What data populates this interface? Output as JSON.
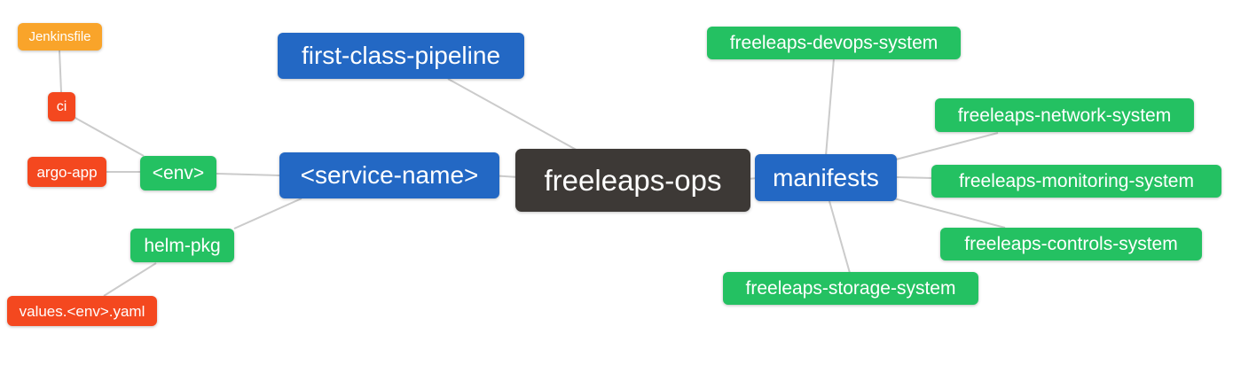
{
  "diagram": {
    "type": "mindmap",
    "root": "freeleaps-ops",
    "colors": {
      "root_node": "#3D3936",
      "branch_node": "#2368C4",
      "green_node": "#24C162",
      "red_node": "#F4481F",
      "orange_node": "#F9A42A",
      "edge": "#CBCBCB",
      "text": "#FFFFFF",
      "background": "#FFFFFF"
    },
    "nodes": {
      "jenkinsfile": {
        "label": "Jenkinsfile",
        "color": "#F9A42A"
      },
      "ci": {
        "label": "ci",
        "color": "#F4481F"
      },
      "argo": {
        "label": "argo-app",
        "color": "#F4481F"
      },
      "env": {
        "label": "<env>",
        "color": "#24C162"
      },
      "helm": {
        "label": "helm-pkg",
        "color": "#24C162"
      },
      "values": {
        "label": "values.<env>.yaml",
        "color": "#F4481F"
      },
      "pipeline": {
        "label": "first-class-pipeline",
        "color": "#2368C4"
      },
      "service": {
        "label": "<service-name>",
        "color": "#2368C4"
      },
      "ops": {
        "label": "freeleaps-ops",
        "color": "#3D3936"
      },
      "manifests": {
        "label": "manifests",
        "color": "#2368C4"
      },
      "devops": {
        "label": "freeleaps-devops-system",
        "color": "#24C162"
      },
      "network": {
        "label": "freeleaps-network-system",
        "color": "#24C162"
      },
      "monitoring": {
        "label": "freeleaps-monitoring-system",
        "color": "#24C162"
      },
      "controls": {
        "label": "freeleaps-controls-system",
        "color": "#24C162"
      },
      "storage": {
        "label": "freeleaps-storage-system",
        "color": "#24C162"
      }
    },
    "edges": [
      [
        "jenkinsfile",
        "ci"
      ],
      [
        "ci",
        "env"
      ],
      [
        "argo",
        "env"
      ],
      [
        "env",
        "service"
      ],
      [
        "helm",
        "service"
      ],
      [
        "values",
        "helm"
      ],
      [
        "pipeline",
        "ops"
      ],
      [
        "service",
        "ops"
      ],
      [
        "ops",
        "manifests"
      ],
      [
        "devops",
        "manifests"
      ],
      [
        "network",
        "manifests"
      ],
      [
        "manifests",
        "monitoring"
      ],
      [
        "manifests",
        "controls"
      ],
      [
        "manifests",
        "storage"
      ]
    ]
  }
}
